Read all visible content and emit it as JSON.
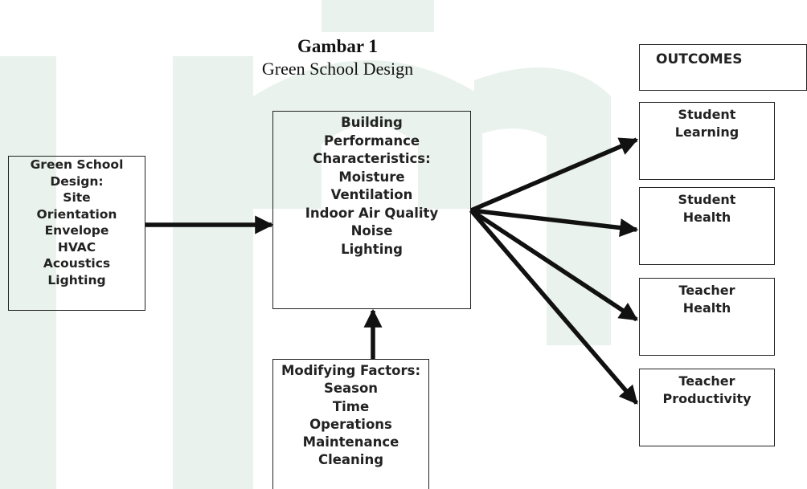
{
  "figure": {
    "label": "Gambar 1",
    "title": "Green School Design"
  },
  "nodes": {
    "green_school_design": [
      "Green School",
      "Design:",
      "Site",
      "Orientation",
      "Envelope",
      "HVAC",
      "Acoustics",
      "Lighting"
    ],
    "building_performance": [
      "Building",
      "Performance",
      "Characteristics:",
      "Moisture",
      "Ventilation",
      "Indoor Air Quality",
      "Noise",
      "Lighting"
    ],
    "modifying_factors": [
      "Modifying Factors:",
      "Season",
      "Time",
      "Operations",
      "Maintenance",
      "Cleaning"
    ],
    "outcomes_header": "OUTCOMES",
    "outcomes": [
      [
        "Student",
        "Learning"
      ],
      [
        "Student",
        "Health"
      ],
      [
        "Teacher",
        "Health"
      ],
      [
        "Teacher",
        "Productivity"
      ]
    ]
  },
  "colors": {
    "ink": "#222222",
    "watermark": "#e8f1ec"
  }
}
